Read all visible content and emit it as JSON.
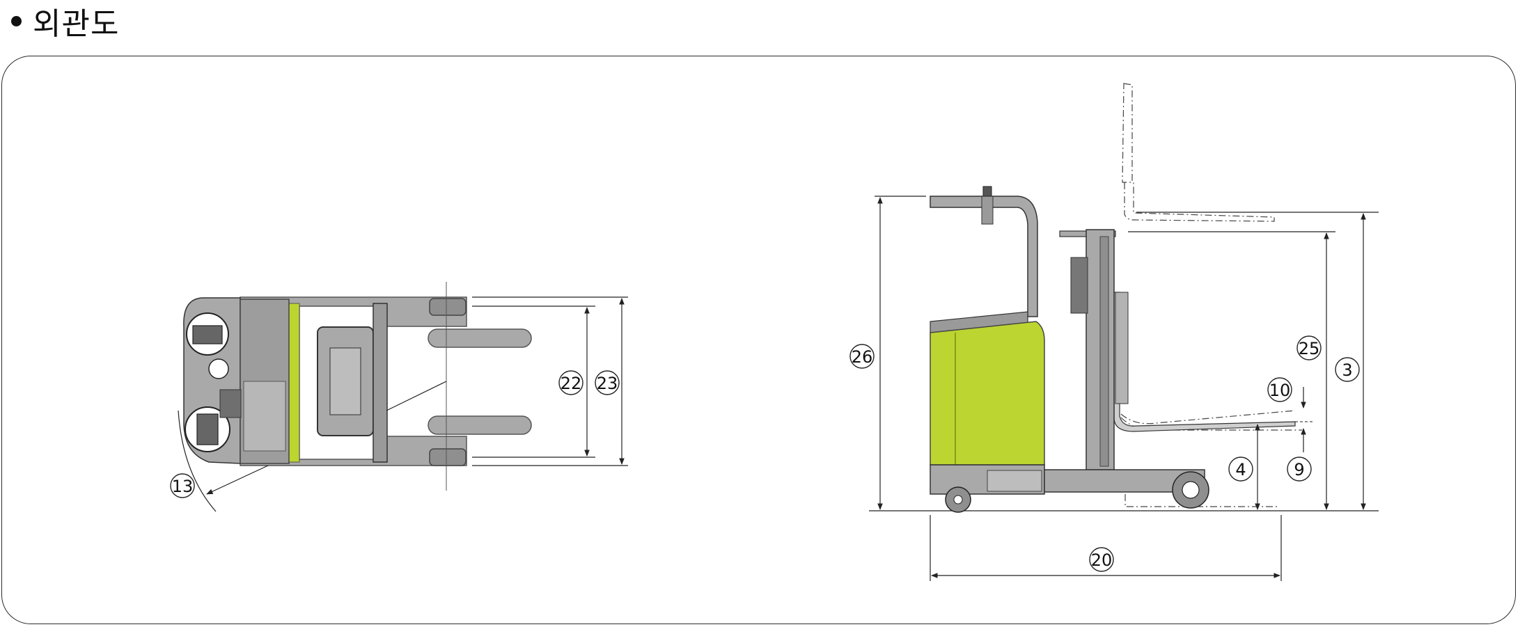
{
  "title": "외관도",
  "colors": {
    "body": "#a9a9a9",
    "body_dark": "#7d7d7d",
    "accent": "#bcd530",
    "line": "#222222"
  },
  "callouts": {
    "c3": "3",
    "c4": "4",
    "c9": "9",
    "c10": "10",
    "c13": "13",
    "c20": "20",
    "c22": "22",
    "c23": "23",
    "c25": "25",
    "c26": "26"
  }
}
